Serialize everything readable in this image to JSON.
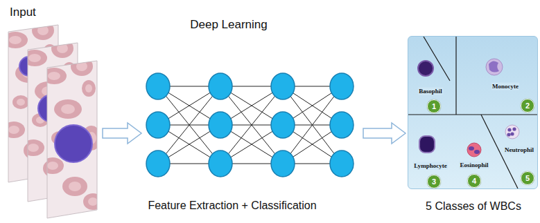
{
  "diagram": {
    "nodes": [
      {
        "text": [
          "Input"
        ]
      },
      {
        "text": [
          "Deep Learning",
          "Feature Extraction + Classification"
        ]
      },
      {
        "text": [
          "5 Classes of WBCs"
        ]
      },
      {
        "text": [
          "1"
        ],
        "in": 2
      },
      {
        "text": [
          "2"
        ],
        "in": 2
      },
      {
        "text": [
          "3"
        ],
        "in": 2
      },
      {
        "text": [
          "4"
        ],
        "in": 2
      },
      {
        "text": [
          "5"
        ],
        "in": 2
      }
    ],
    "edges": [
      {
        "from": 0,
        "to": 1,
        "arrow": "to"
      },
      {
        "from": 1,
        "to": 2,
        "arrow": "to"
      }
    ],
    "labels": [
      "Basophil",
      "Monocyte",
      "Lymphocyte",
      "Eosinophil",
      "Neutrophil"
    ]
  }
}
